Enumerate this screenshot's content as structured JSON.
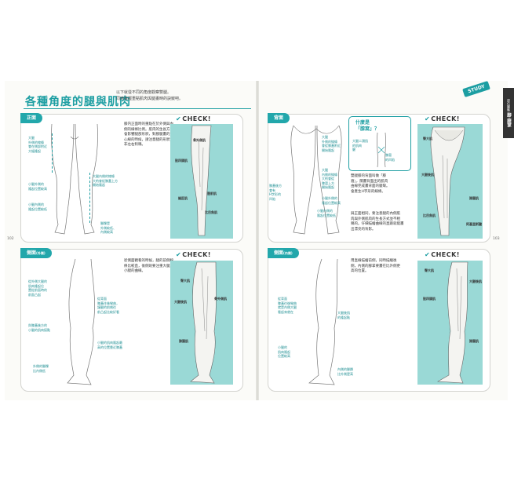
{
  "page": {
    "title": "各種角度的腿與肌肉",
    "intro": [
      "以下就從不同的角度觀察雙腿。",
      "同時掌握重點肌肉與腿畫時的訣竅吧。"
    ],
    "study_badge": "STUDY",
    "side_tab": "腳‧腿掌",
    "side_tab_small": "部位圖集",
    "page_left": "102",
    "page_right": "103",
    "check_label": "CHECK!"
  },
  "front": {
    "tag": "正面",
    "desc": [
      "膝内正面時的重點在於外側與內",
      "側的線條比例。肌肉的生長方式",
      "會影響腿部形狀，對腳腿畫的重心",
      "心線的時候，請注意腿的形狀並",
      "非左右對稱。"
    ],
    "notes": {
      "outer": [
        "大腿",
        "外側的線條",
        "會在側部附近",
        "大幅隆起"
      ],
      "inner_top": [
        "大腿內側的線條",
        "大約會從膝蓋上方",
        "開始隆起"
      ],
      "knee_small": [
        "小腿外側的",
        "隆起位置較高"
      ],
      "inner_low": [
        "小腿內側的",
        "隆起位置較低"
      ],
      "ankle": [
        "腳踝是",
        "外側較低、",
        "內側較高"
      ]
    },
    "muscles": [
      "骨外側肌",
      "股四頭肌",
      "脛前肌",
      "縫匠肌",
      "比目魚肌"
    ]
  },
  "back": {
    "tag": "背面",
    "question": [
      "什麼是",
      "「膝窩」？"
    ],
    "question_labels": [
      "大腿二頭肌",
      "的肌肉",
      "腱",
      "膝窩",
      "的凹陷"
    ],
    "desc": [
      "雙腿膝的背面叫做「膝",
      "窩」，關畫背面出的肌肉",
      "由線完成畫背面的腿彎。",
      "會產生H字形的線條。"
    ],
    "desc2": [
      "與正面相同，要注意腿的內側肌",
      "肉與外側肌肉的生長方式並不相",
      "稱的。仔細描繪曲線的直跟就能畫",
      "出漂亮的背影。"
    ],
    "notes": {
      "top": [
        "大腿",
        "外側的線條",
        "會從膝蓋附近",
        "開始隆起"
      ],
      "inner": [
        "大腿",
        "內側的線條",
        "大約會從",
        "膝窩上方",
        "開始隆起"
      ],
      "h": [
        "膝蓋後方",
        "會有",
        "H字形的",
        "凹陷"
      ],
      "calf": [
        "小腿外側的",
        "隆起位置較高"
      ],
      "calf_in": [
        "小腿內側的",
        "隆起位置較低"
      ]
    },
    "muscles": [
      "臀大肌",
      "大腿後肌",
      "腓腸肌",
      "比目魚肌",
      "阿基里斯腱"
    ]
  },
  "side_out": {
    "tag": "側面",
    "tag_sub": "(外側)",
    "desc": [
      "從側面觀看的時候，腿的前側線",
      "條比較直，後側則要注重大腿與",
      "小腿的曲線。"
    ],
    "notes": {
      "a": [
        "從外側大腿的",
        "肌肉隆起位",
        "置從前面時的",
        "前面凸起"
      ],
      "b": [
        "從背面",
        "膝蓋往後彎曲，",
        "讓腿的前側往",
        "前凸起比較好看"
      ],
      "c": [
        "與膝蓋後方的",
        "小腿的肌肉接點"
      ],
      "d": [
        "小腿的肌肉隆起最",
        "高的位置靠近膝蓋"
      ],
      "e": [
        "外側的腳踝",
        "比內側低"
      ]
    },
    "muscles": [
      "臀大肌",
      "大腿後肌",
      "骨外側肌",
      "腓腸肌"
    ]
  },
  "side_in": {
    "tag": "側面",
    "tag_sub": "(內側)",
    "desc": [
      "用直線描繪前側，同時描繪後",
      "側，內側的腳掌要畫在比外側更",
      "高的位置。"
    ],
    "notes": {
      "a": [
        "從背面",
        "膝蓋往後彎曲",
        "就是內側大腿",
        "看起來就在"
      ],
      "b": [
        "大腿後肌",
        "的隆起點"
      ],
      "c": [
        "小腿的",
        "肌肉隆起",
        "位置較高"
      ],
      "d": [
        "內側的腳踝",
        "比外側更高"
      ]
    },
    "muscles": [
      "臀大肌",
      "大腿後肌",
      "股四頭肌",
      "腓腸肌"
    ]
  }
}
